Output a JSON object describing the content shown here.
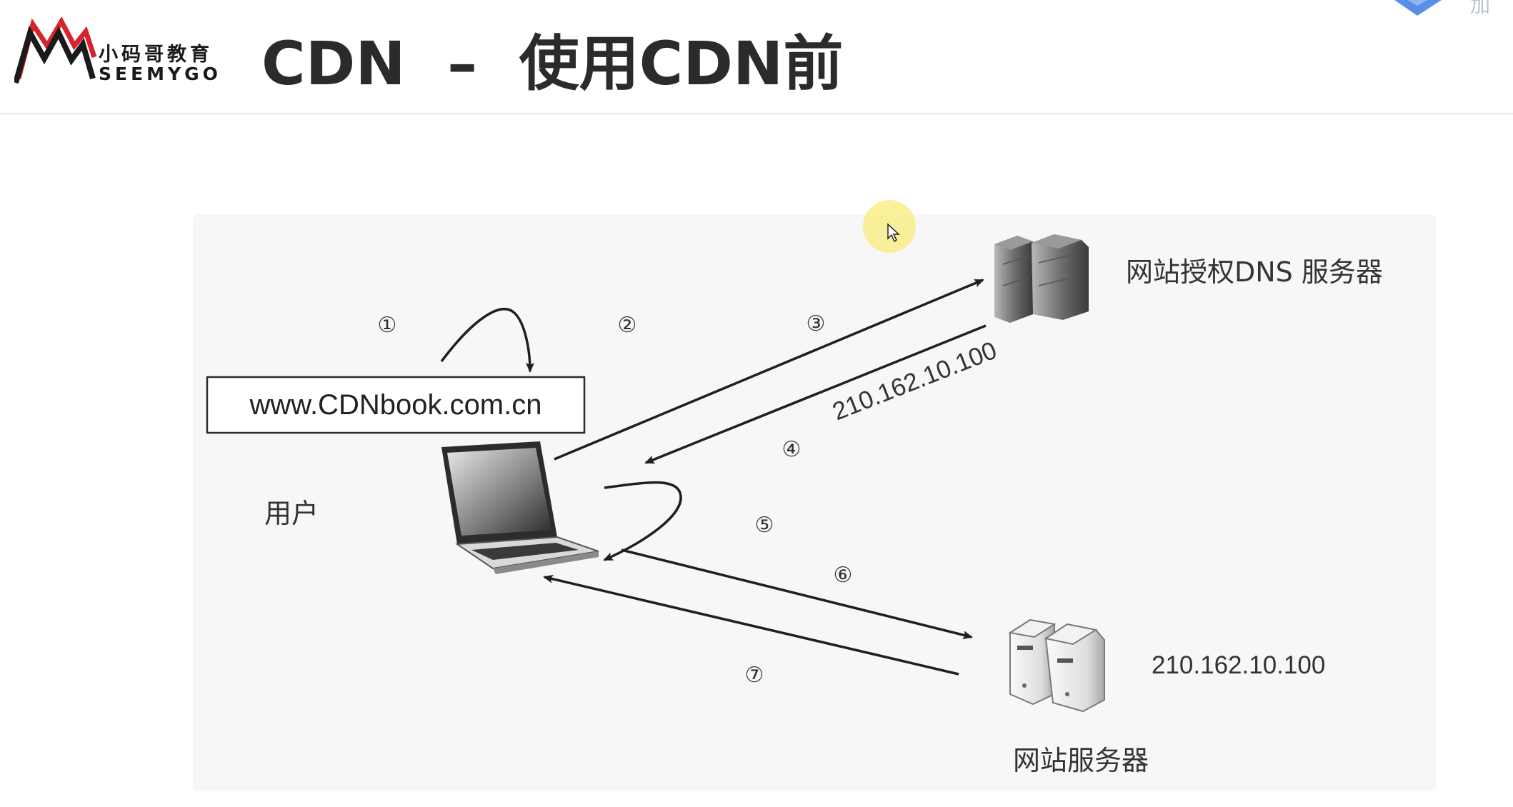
{
  "header": {
    "logo": {
      "cn": "小码哥教育",
      "en": "SEEMYGO"
    },
    "title": "CDN  –  使用CDN前"
  },
  "diagram": {
    "url": "www.CDNbook.com.cn",
    "user_label": "用户",
    "dns_server_label": "网站授权DNS 服务器",
    "web_server_label": "网站服务器",
    "dns_response_ip": "210.162.10.100",
    "web_server_ip": "210.162.10.100",
    "steps": [
      "①",
      "②",
      "③",
      "④",
      "⑤",
      "⑥",
      "⑦"
    ]
  },
  "colors": {
    "title": "#2b2b2b",
    "logo_red": "#d7232b",
    "logo_black": "#1a1a1a",
    "figure_bg": "#f7f7f7",
    "cursor_halo": "#faec78"
  },
  "icons": {
    "logo": "seemygo-m-logo",
    "corner": "app-cube-icon",
    "cursor": "mouse-pointer-icon",
    "laptop": "laptop-icon",
    "dns_server": "server-rack-icon",
    "web_server": "server-tower-icon"
  }
}
